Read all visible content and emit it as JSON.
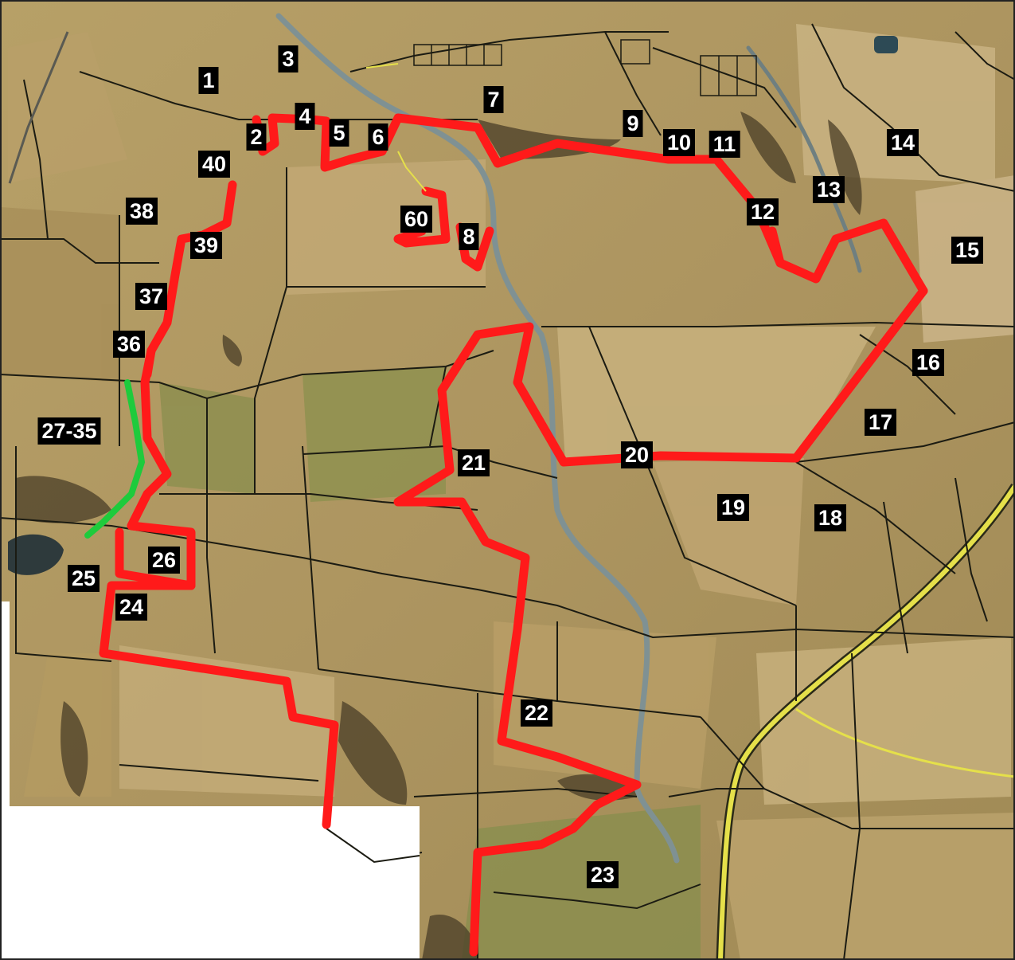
{
  "colors": {
    "boundary": "#ff1a1a",
    "green_route": "#1ecb3c",
    "parcel_lines": "#1b1b12",
    "terrain": "#b59a5e",
    "field_light": "#c9b07a",
    "field_green": "#8d8f4e",
    "woods": "#3f3522",
    "highway": "#e6e24a",
    "creek": "#7a8a8c",
    "label_bg": "#000000",
    "label_fg": "#ffffff"
  },
  "parcels": [
    {
      "id": "p1",
      "label": "1"
    },
    {
      "id": "p2",
      "label": "2"
    },
    {
      "id": "p3",
      "label": "3"
    },
    {
      "id": "p4",
      "label": "4"
    },
    {
      "id": "p5",
      "label": "5"
    },
    {
      "id": "p6",
      "label": "6"
    },
    {
      "id": "p7",
      "label": "7"
    },
    {
      "id": "p8",
      "label": "8"
    },
    {
      "id": "p9",
      "label": "9"
    },
    {
      "id": "p10",
      "label": "10"
    },
    {
      "id": "p11",
      "label": "11"
    },
    {
      "id": "p12",
      "label": "12"
    },
    {
      "id": "p13",
      "label": "13"
    },
    {
      "id": "p14",
      "label": "14"
    },
    {
      "id": "p15",
      "label": "15"
    },
    {
      "id": "p16",
      "label": "16"
    },
    {
      "id": "p17",
      "label": "17"
    },
    {
      "id": "p18",
      "label": "18"
    },
    {
      "id": "p19",
      "label": "19"
    },
    {
      "id": "p20",
      "label": "20"
    },
    {
      "id": "p21",
      "label": "21"
    },
    {
      "id": "p22",
      "label": "22"
    },
    {
      "id": "p23",
      "label": "23"
    },
    {
      "id": "p24",
      "label": "24"
    },
    {
      "id": "p25",
      "label": "25"
    },
    {
      "id": "p26",
      "label": "26"
    },
    {
      "id": "p27-35",
      "label": "27-35"
    },
    {
      "id": "p36",
      "label": "36"
    },
    {
      "id": "p37",
      "label": "37"
    },
    {
      "id": "p38",
      "label": "38"
    },
    {
      "id": "p39",
      "label": "39"
    },
    {
      "id": "p40",
      "label": "40"
    },
    {
      "id": "p60",
      "label": "60"
    }
  ]
}
